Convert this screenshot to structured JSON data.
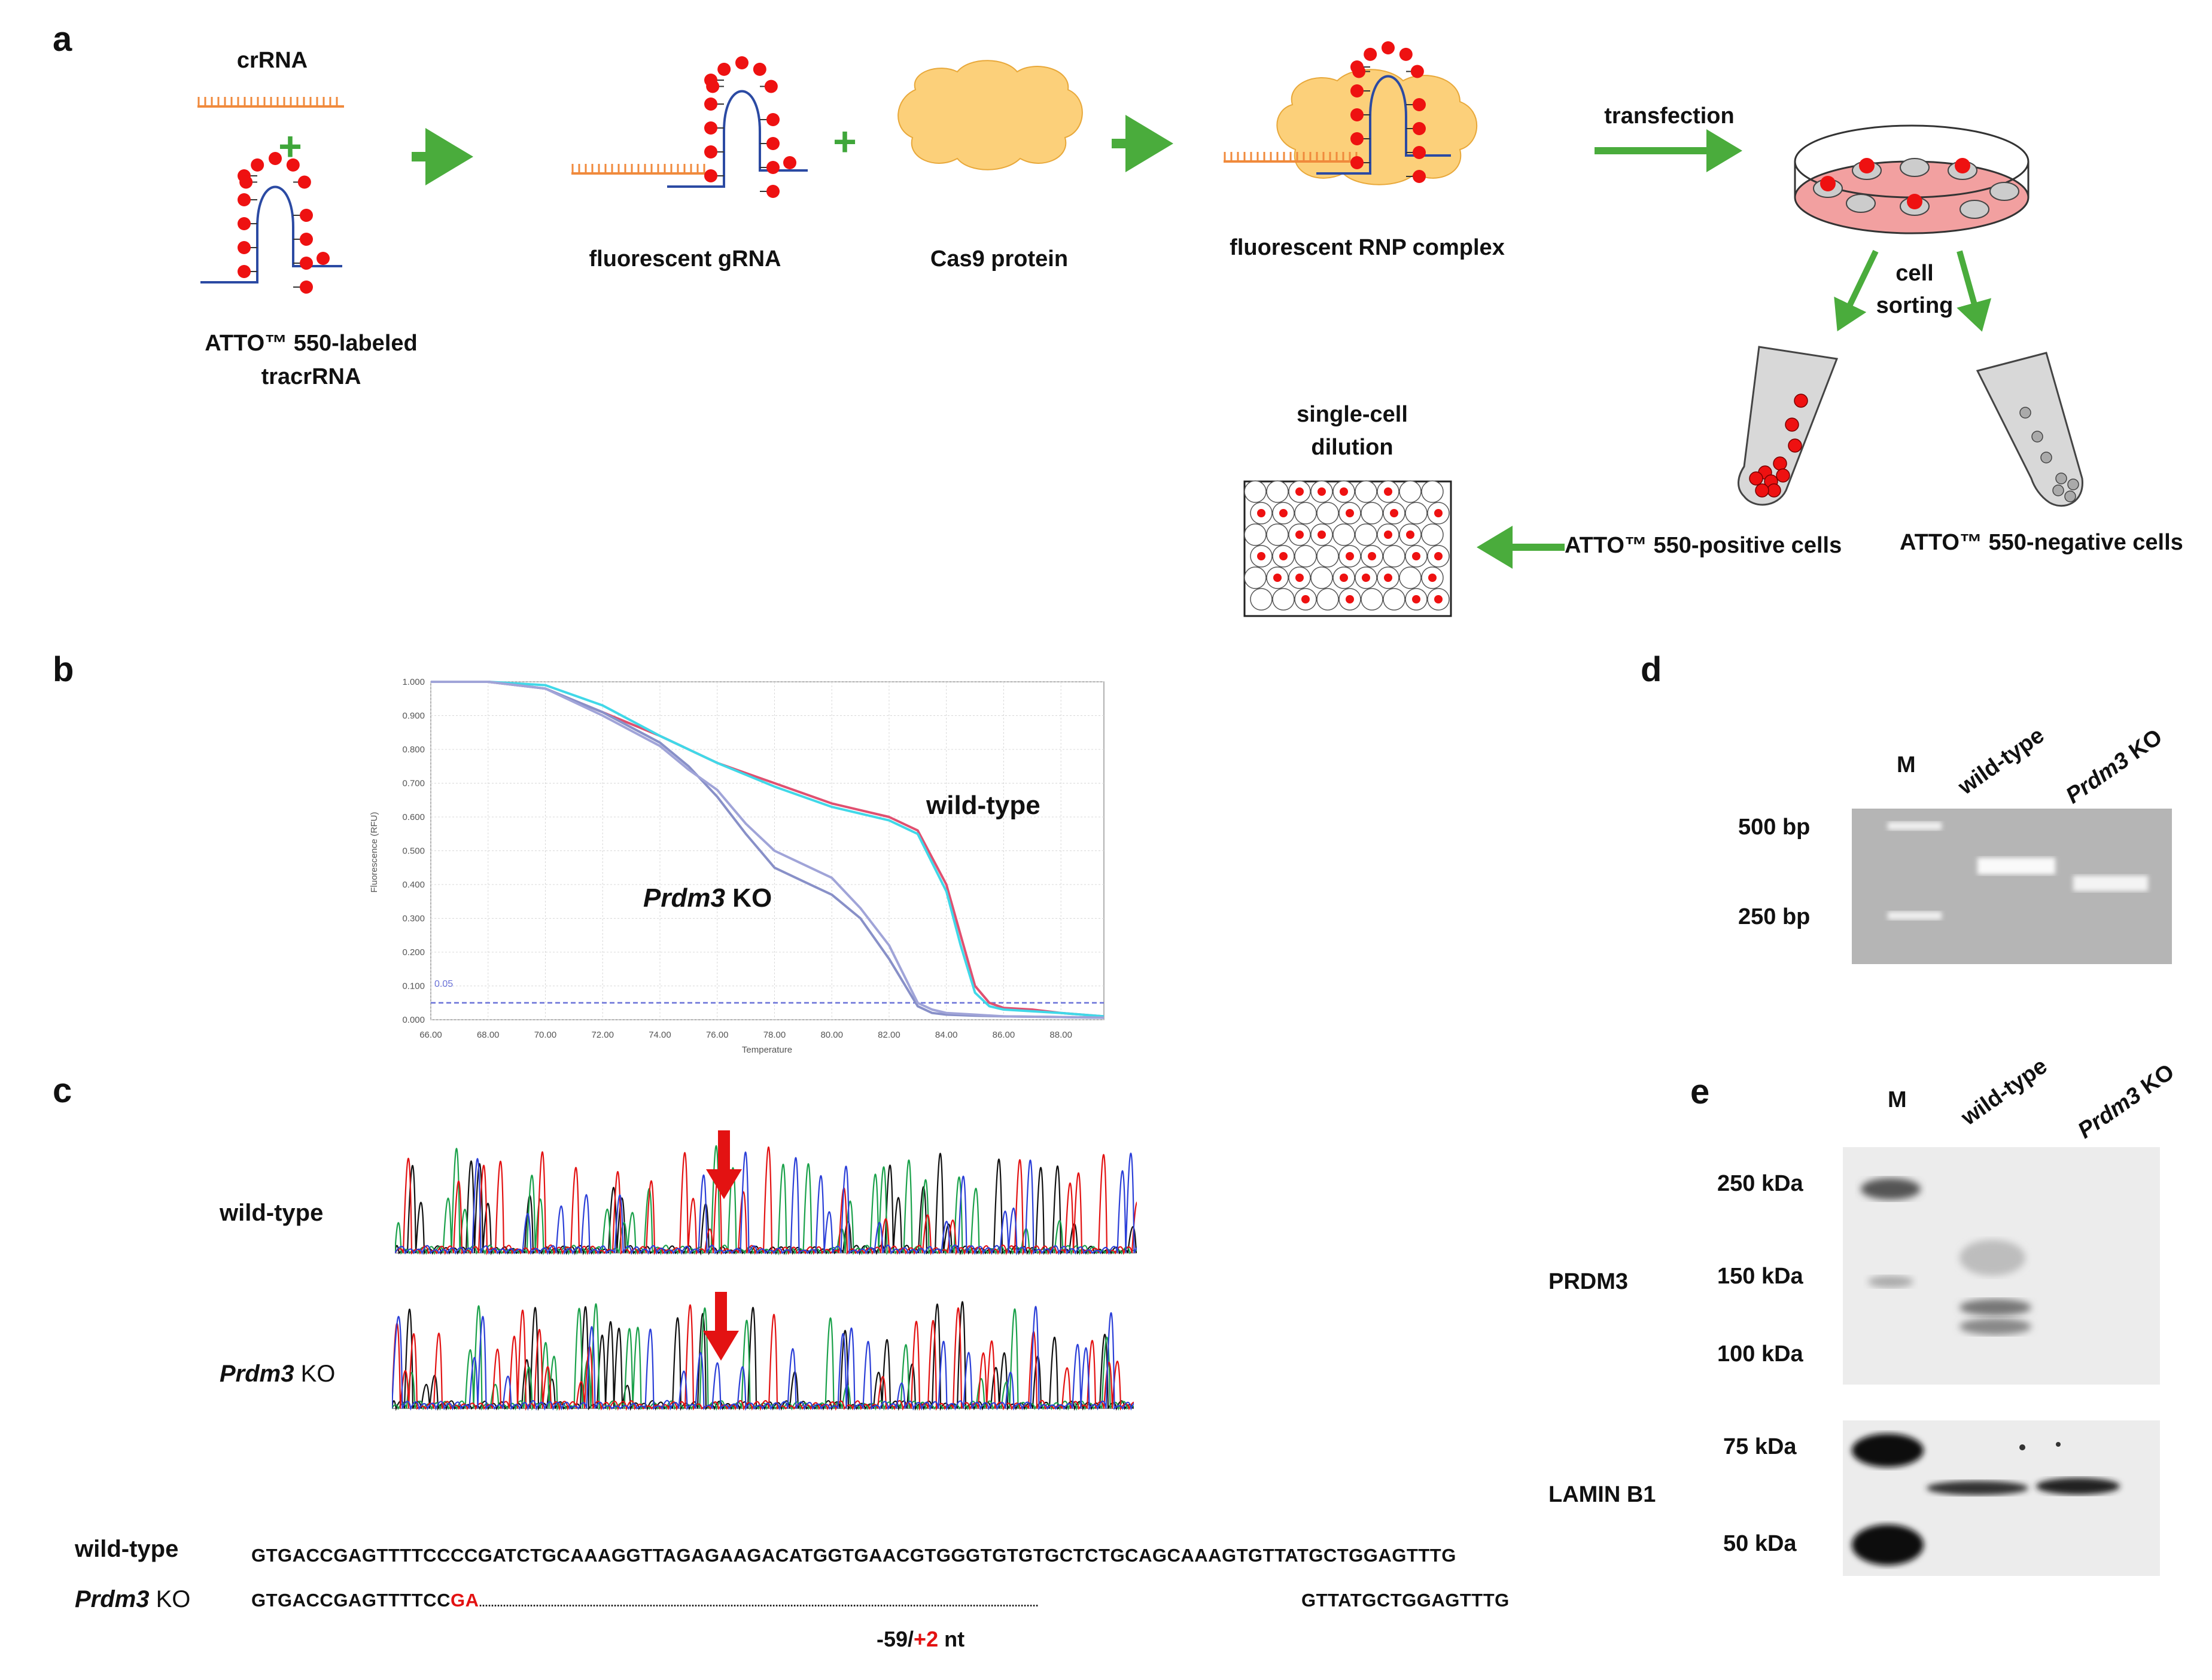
{
  "panels": {
    "a": "a",
    "b": "b",
    "c": "c",
    "d": "d",
    "e": "e"
  },
  "schematic": {
    "crRNA": "crRNA",
    "tracr_line1": "ATTO™ 550-labeled",
    "tracr_line2": "tracrRNA",
    "gRNA": "fluorescent gRNA",
    "cas9": "Cas9 protein",
    "rnp": "fluorescent RNP complex",
    "transfection": "transfection",
    "sorting_line1": "cell",
    "sorting_line2": "sorting",
    "dilution_line1": "single-cell",
    "dilution_line2": "dilution",
    "positive": "ATTO™ 550-positive cells",
    "negative": "ATTO™ 550-negative cells",
    "colors": {
      "arrow": "#4aac3c",
      "red": "#ee1111",
      "orange": "#f08a3c",
      "cas9": "#fcd07a",
      "dish": "#f4a3a3",
      "strand": "#2b4aa3"
    }
  },
  "melt_chart": {
    "ylabel": "Fluorescence (RFU)",
    "xlabel": "Temperature",
    "wt_label": "wild-type",
    "ko_label_italic": "Prdm3",
    "ko_label_rest": " KO",
    "threshold_label": "0.05"
  },
  "chart_data": {
    "type": "line",
    "xlabel": "Temperature",
    "ylabel": "Fluorescence (RFU)",
    "xlim": [
      66,
      89.5
    ],
    "ylim": [
      0,
      1.0
    ],
    "x_ticks": [
      "66.00",
      "68.00",
      "70.00",
      "72.00",
      "74.00",
      "76.00",
      "78.00",
      "80.00",
      "82.00",
      "84.00",
      "86.00",
      "88.00"
    ],
    "y_ticks": [
      "0.000",
      "0.100",
      "0.200",
      "0.300",
      "0.400",
      "0.500",
      "0.600",
      "0.700",
      "0.800",
      "0.900",
      "1.000"
    ],
    "grid": true,
    "threshold": 0.05,
    "series": [
      {
        "name": "wild-type",
        "color": "#e05070",
        "x": [
          66,
          68,
          70,
          72,
          74,
          76,
          78,
          80,
          82,
          83,
          84,
          84.5,
          85,
          85.5,
          86,
          87,
          88,
          89.5
        ],
        "y": [
          1.0,
          1.0,
          0.98,
          0.91,
          0.84,
          0.76,
          0.7,
          0.64,
          0.6,
          0.56,
          0.4,
          0.25,
          0.1,
          0.05,
          0.035,
          0.03,
          0.02,
          0.01
        ]
      },
      {
        "color": "#40d8e8",
        "x": [
          66,
          68,
          70,
          72,
          74,
          76,
          78,
          80,
          82,
          83,
          84,
          84.5,
          85,
          85.5,
          86,
          87,
          88,
          89.5
        ],
        "y": [
          1.0,
          1.0,
          0.99,
          0.93,
          0.84,
          0.76,
          0.69,
          0.63,
          0.59,
          0.55,
          0.38,
          0.22,
          0.08,
          0.04,
          0.03,
          0.025,
          0.02,
          0.01
        ]
      },
      {
        "name": "Prdm3 KO",
        "color": "#8890c8",
        "x": [
          66,
          68,
          70,
          72,
          74,
          75,
          76,
          77,
          78,
          79,
          80,
          81,
          82,
          83,
          83.5,
          84,
          85,
          86,
          88,
          89.5
        ],
        "y": [
          1.0,
          1.0,
          0.98,
          0.91,
          0.82,
          0.75,
          0.66,
          0.55,
          0.45,
          0.41,
          0.37,
          0.3,
          0.18,
          0.04,
          0.02,
          0.015,
          0.012,
          0.01,
          0.008,
          0.006
        ]
      },
      {
        "color": "#a0a4d8",
        "x": [
          66,
          68,
          70,
          72,
          74,
          75,
          76,
          77,
          78,
          79,
          80,
          81,
          82,
          83,
          83.5,
          84,
          85,
          86,
          88,
          89.5
        ],
        "y": [
          1.0,
          1.0,
          0.98,
          0.9,
          0.81,
          0.74,
          0.68,
          0.58,
          0.5,
          0.46,
          0.42,
          0.33,
          0.22,
          0.05,
          0.03,
          0.02,
          0.015,
          0.01,
          0.008,
          0.006
        ]
      }
    ]
  },
  "sequencing": {
    "wt_name": "wild-type",
    "ko_name_italic": "Prdm3",
    "ko_name_rest": " KO",
    "wt_seq": "GTGACCGAGTTTTCCCCGATCTGCAAAGGTTAGAGAAGACATGGTGAACGTGGGTGTGTGCTCTGCAGCAAAGTGTTATGCTGGAGTTTG",
    "ko_seq_start": "GTGACCGAGTTTTCC",
    "ko_seq_insert": "GA",
    "ko_seq_dots": "...........................................................................................................................................................................................",
    "ko_seq_end": " GTTATGCTGGAGTTTG",
    "indel_del": "-59/",
    "indel_ins": "+2",
    "indel_unit": " nt"
  },
  "gel_d": {
    "lane_m": "M",
    "lane_wt": "wild-type",
    "lane_ko_italic": "Prdm3",
    "lane_ko_rest": " KO",
    "ladder": [
      "500 bp",
      "250 bp"
    ]
  },
  "western_e": {
    "lane_m": "M",
    "lane_wt": "wild-type",
    "lane_ko_italic": "Prdm3",
    "lane_ko_rest": " KO",
    "prdm3": "PRDM3",
    "lamin": "LAMIN B1",
    "ladder_top": [
      "250 kDa",
      "150 kDa",
      "100 kDa"
    ],
    "ladder_bottom": [
      "75 kDa",
      "50 kDa"
    ]
  }
}
